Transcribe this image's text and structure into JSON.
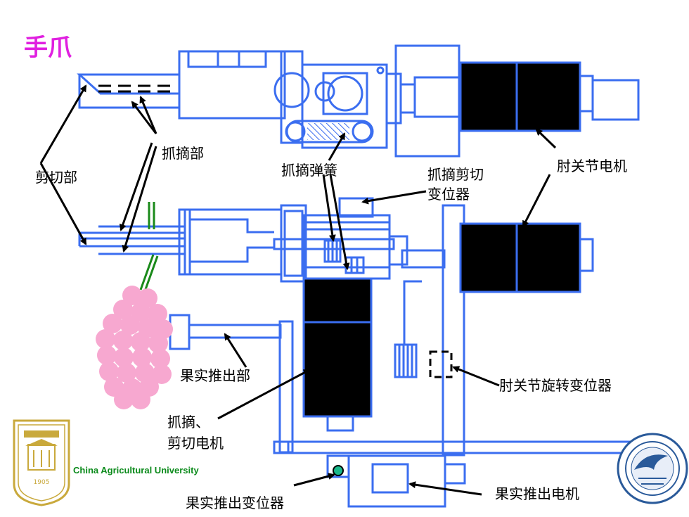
{
  "title": "手爪",
  "labels": {
    "cut_part": "剪切部",
    "grab_part": "抓摘部",
    "grab_spring": "抓摘弹簧",
    "grab_cut_pot_1": "抓摘剪切",
    "grab_cut_pot_2": "变位器",
    "elbow_motor": "肘关节电机",
    "fruit_push_part": "果实推出部",
    "elbow_rot_pot": "肘关节旋转变位器",
    "grab_cut_motor_1": "抓摘、",
    "grab_cut_motor_2": "剪切电机",
    "fruit_push_pot": "果实推出变位器",
    "fruit_push_motor": "果实推出电机"
  },
  "logo": {
    "university_name": "China Agricultural University",
    "year": "1905"
  },
  "colors": {
    "outline": "#3b6ef0",
    "motor": "#000000",
    "title": "#e020e0",
    "fruit": "#f7a8d0",
    "stem": "#1a8a1a",
    "logo_gold": "#c9a93c",
    "logo_blue": "#2a5a9a"
  }
}
